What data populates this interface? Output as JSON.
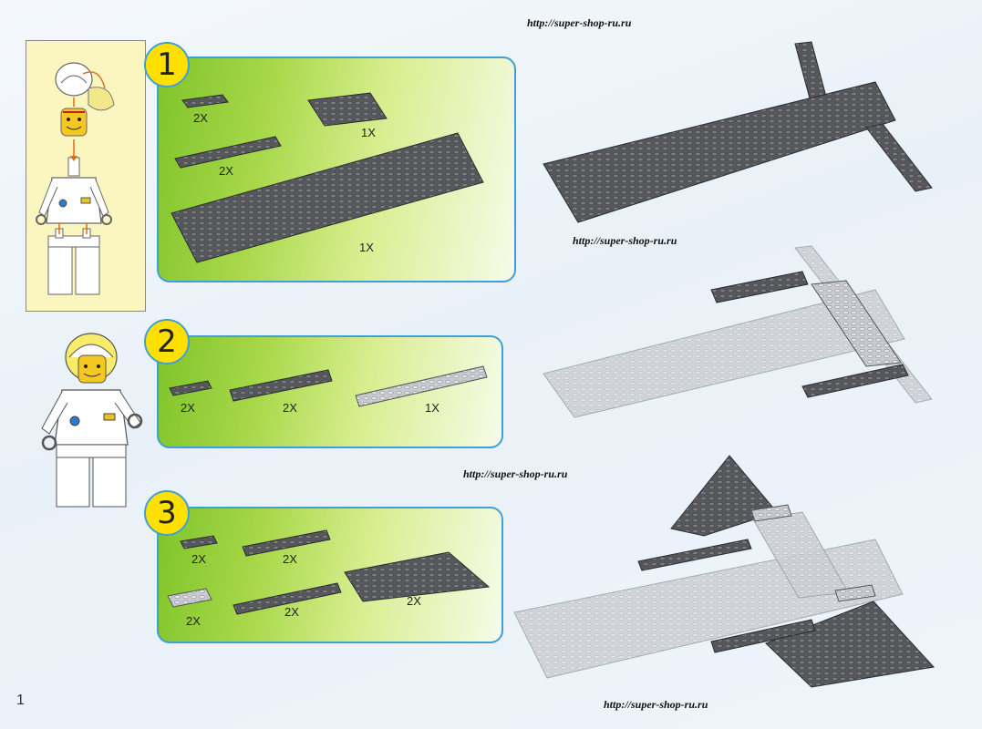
{
  "watermarks": [
    "http://super-shop-ru.ru",
    "http://super-shop-ru.ru",
    "http://super-shop-ru.ru",
    "http://super-shop-ru.ru"
  ],
  "page_number": "1",
  "steps": [
    {
      "number": "1",
      "parts": [
        {
          "qty": "2X"
        },
        {
          "qty": "1X"
        },
        {
          "qty": "2X"
        },
        {
          "qty": "1X"
        }
      ]
    },
    {
      "number": "2",
      "parts": [
        {
          "qty": "2X"
        },
        {
          "qty": "2X"
        },
        {
          "qty": "1X"
        }
      ]
    },
    {
      "number": "3",
      "parts": [
        {
          "qty": "2X"
        },
        {
          "qty": "2X"
        },
        {
          "qty": "2X"
        },
        {
          "qty": "2X"
        },
        {
          "qty": "2X"
        }
      ]
    }
  ],
  "colors": {
    "panel_border": "#3fa0d8",
    "step_badge": "#ffe000",
    "dark_brick": "#5a5c60",
    "light_brick": "#d6d8dc",
    "minifig_box": "#fbf6c0"
  }
}
